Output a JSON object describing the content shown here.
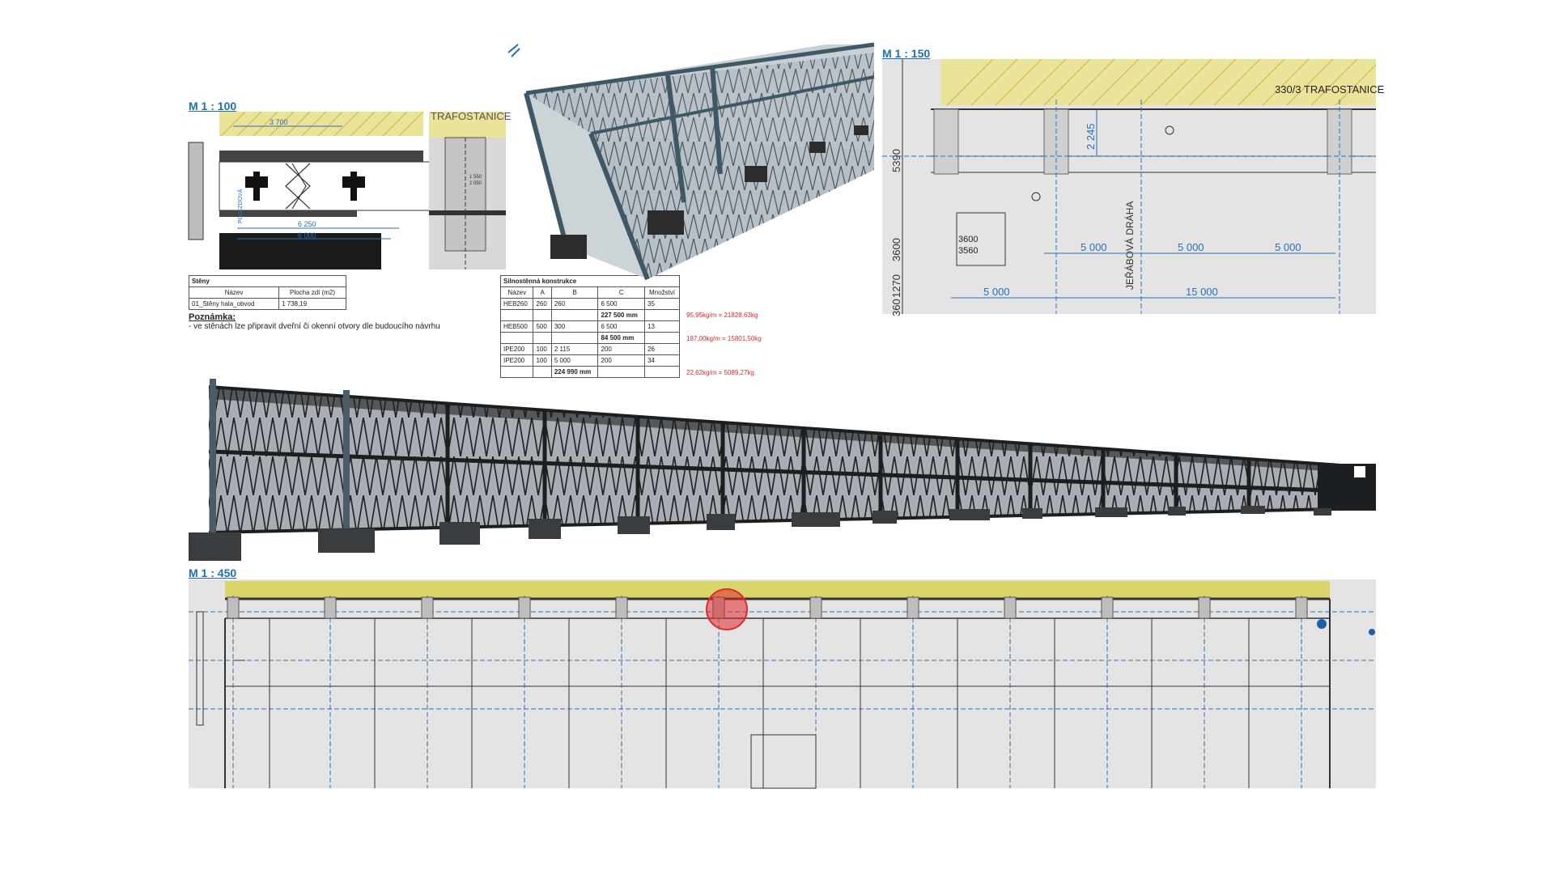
{
  "scales": {
    "top_left": "M 1 : 100",
    "top_right": "M 1 : 150",
    "bottom": "M 1 : 450"
  },
  "section_detail": {
    "dims": [
      "3 700",
      "6 250",
      "6 000"
    ],
    "vertical_label": "POJEZDOVÁ",
    "partial_label": "TRAFOSTANICE",
    "small_dims": [
      "1 550",
      "2 050"
    ]
  },
  "walls_table": {
    "title": "Stěny",
    "headers": [
      "Název",
      "Plocha zdí (m2)"
    ],
    "rows": [
      [
        "01_Stěny hala_obvod",
        "1 738,19"
      ]
    ]
  },
  "note": {
    "title": "Poznámka:",
    "text": "- ve stěnách lze připravit dveřní či okenní otvory dle budoucího návrhu"
  },
  "steel_table": {
    "title": "Silnostěnná konstrukce",
    "headers": [
      "Název",
      "A",
      "B",
      "C",
      "Množství"
    ],
    "rows": [
      [
        "HEB260",
        "260",
        "260",
        "6 500",
        "35"
      ],
      [
        "",
        "",
        "",
        "227 500 mm",
        ""
      ],
      [
        "HEB500",
        "500",
        "300",
        "6 500",
        "13"
      ],
      [
        "",
        "",
        "",
        "84 500 mm",
        ""
      ],
      [
        "IPE200",
        "100",
        "2 115",
        "200",
        "26"
      ],
      [
        "IPE200",
        "100",
        "5 000",
        "200",
        "34"
      ],
      [
        "",
        "",
        "224 990 mm",
        "",
        ""
      ]
    ],
    "weights": [
      "95,95kg/m = 21828,63kg",
      "187,00kg/m = 15801,50kg",
      "22,62kg/m = 5089,27kg"
    ]
  },
  "plan_detail": {
    "label_top": "330/3 TRAFOSTANICE",
    "dim_vertical": "2 245",
    "left_dims": [
      "5390",
      "3600",
      "1270",
      "360"
    ],
    "box_labels": [
      "3600",
      "3560"
    ],
    "crane_label": "JEŘÁBOVÁ DRÁHA",
    "row1_dims": [
      "5 000",
      "5 000",
      "5 000"
    ],
    "row2_dims": [
      "5 000",
      "15 000"
    ]
  },
  "colors": {
    "scale_blue": "#1f6fb4",
    "highlight_red": "#e0282e",
    "hatch_yellow": "#e8df7a",
    "steel_dark": "#2a3238"
  }
}
